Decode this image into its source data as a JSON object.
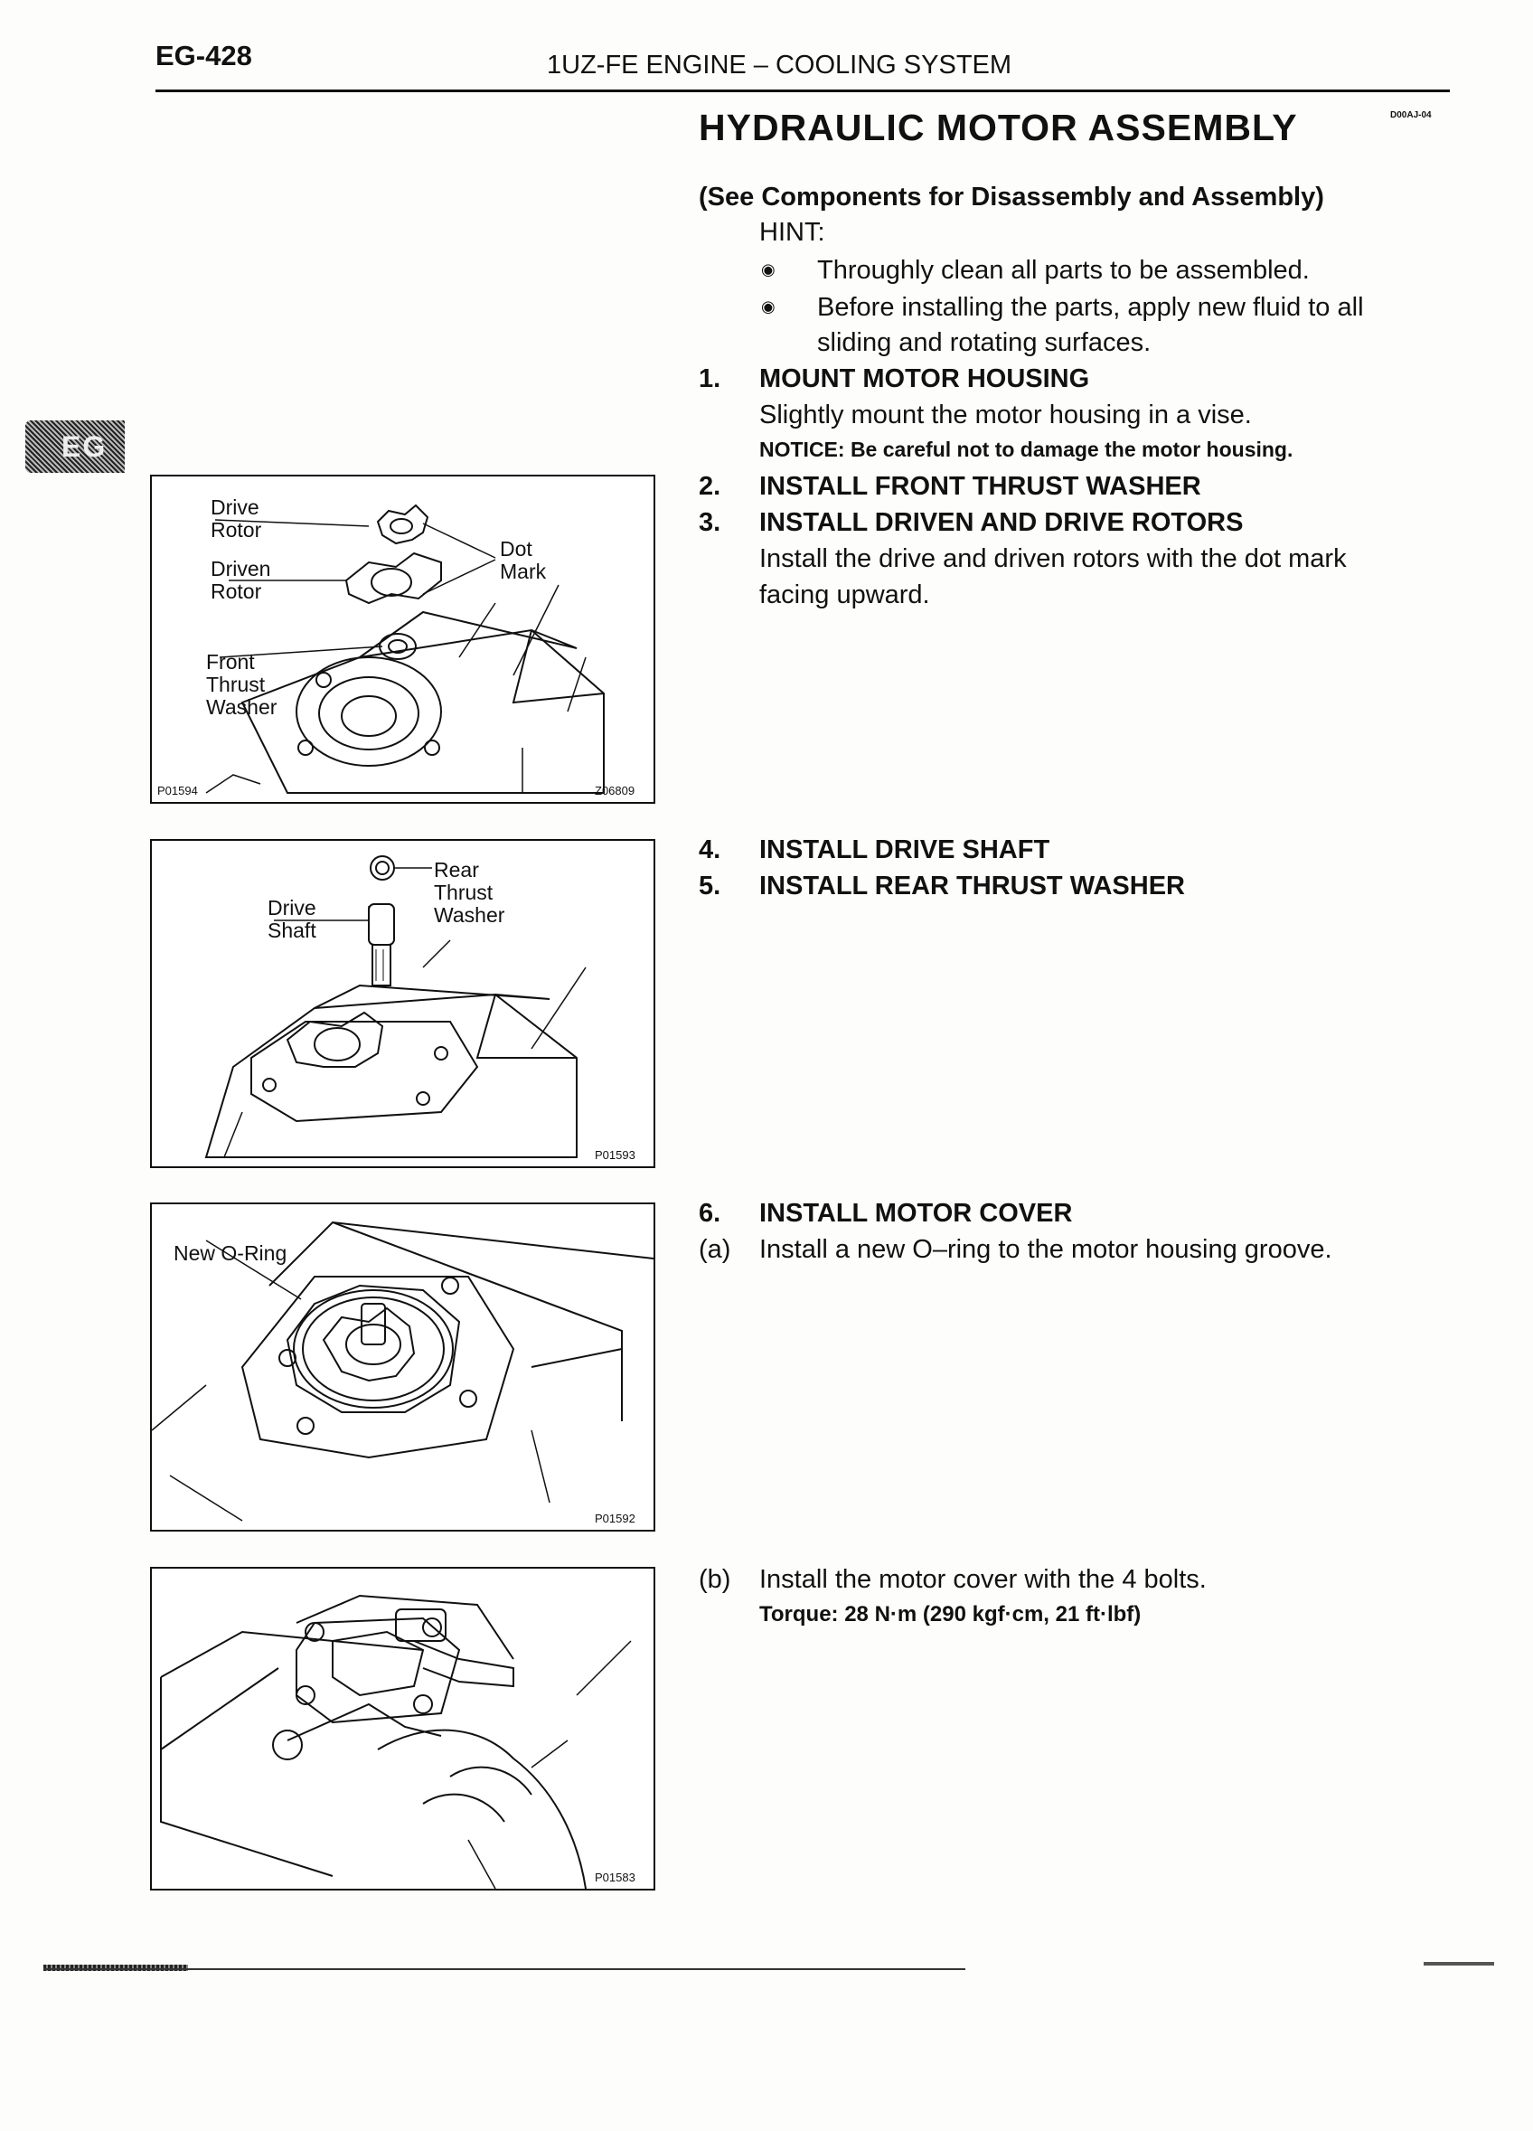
{
  "header": {
    "page_number": "EG-428",
    "running_title": "1UZ-FE ENGINE – COOLING SYSTEM"
  },
  "section": {
    "title": "HYDRAULIC MOTOR ASSEMBLY",
    "doc_code": "D00AJ-04"
  },
  "side_tab": "EG",
  "intro": {
    "reference": "(See Components for Disassembly and Assembly)",
    "hint_label": "HINT:",
    "hints": [
      "Throughly clean all parts to be assembled.",
      "Before installing the parts, apply new fluid to all",
      "sliding and rotating surfaces."
    ]
  },
  "steps": {
    "s1": {
      "num": "1.",
      "title": "MOUNT MOTOR HOUSING",
      "text": "Slightly mount the motor housing in a vise.",
      "notice": "NOTICE: Be careful not to damage the motor housing."
    },
    "s2": {
      "num": "2.",
      "title": "INSTALL FRONT THRUST WASHER"
    },
    "s3": {
      "num": "3.",
      "title": "INSTALL DRIVEN AND DRIVE ROTORS",
      "text_1": "Install the drive and driven rotors with the dot mark",
      "text_2": "facing upward."
    },
    "s4": {
      "num": "4.",
      "title": "INSTALL DRIVE SHAFT"
    },
    "s5": {
      "num": "5.",
      "title": "INSTALL REAR THRUST WASHER"
    },
    "s6": {
      "num": "6.",
      "title": "INSTALL MOTOR COVER",
      "a_label": "(a)",
      "a_text": "Install a new O–ring to the motor housing groove.",
      "b_label": "(b)",
      "b_text": "Install the motor cover with the 4 bolts.",
      "torque": "Torque: 28 N·m (290 kgf·cm, 21 ft·lbf)"
    }
  },
  "figures": {
    "fig1": {
      "labels": {
        "drive_rotor_1": "Drive",
        "drive_rotor_2": "Rotor",
        "driven_rotor_1": "Driven",
        "driven_rotor_2": "Rotor",
        "dot_mark_1": "Dot",
        "dot_mark_2": "Mark",
        "front_washer_1": "Front",
        "front_washer_2": "Thrust",
        "front_washer_3": "Washer"
      },
      "code_left": "P01594",
      "code_right": "Z06809"
    },
    "fig2": {
      "labels": {
        "rear_1": "Rear",
        "rear_2": "Thrust",
        "rear_3": "Washer",
        "drive_1": "Drive",
        "drive_2": "Shaft"
      },
      "code": "P01593"
    },
    "fig3": {
      "labels": {
        "oring": "New O-Ring"
      },
      "code": "P01592"
    },
    "fig4": {
      "code": "P01583"
    }
  }
}
